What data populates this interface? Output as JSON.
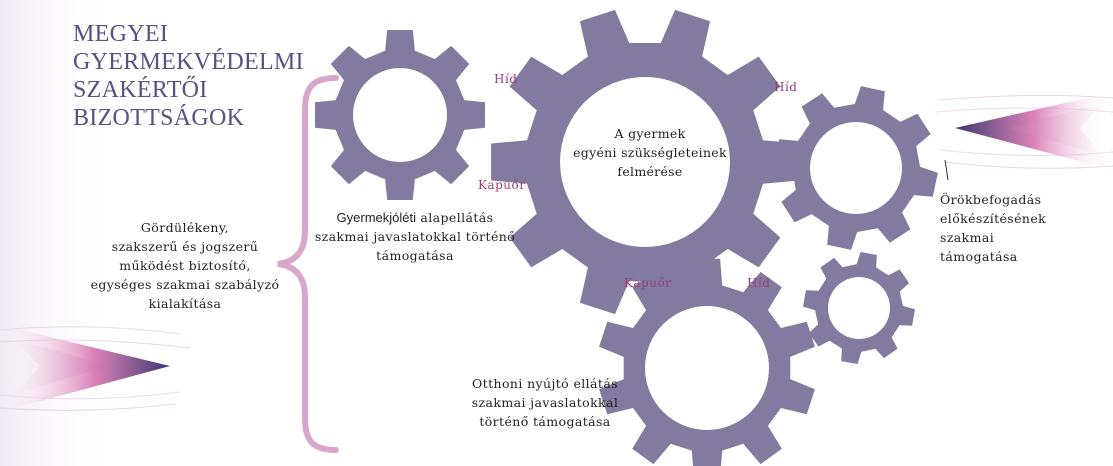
{
  "title": "MEGYEI GYERMEKVÉDELMI\nSZAKÉRTŐI\nBIZOTTSÁGOK",
  "left_text": [
    "Gördülékeny,",
    "szakszerű és jogszerű",
    "működést biztosító,",
    "egységes szakmai szabályzó",
    "kialakítása"
  ],
  "gear1_text": {
    "prefix": "Gyermekjóléti",
    "lines": [
      "alapellátás",
      "szakmai javaslatokkal történő",
      "támogatása"
    ]
  },
  "center_text": [
    "A gyermek",
    "egyéni szükségleteinek",
    "felmérése"
  ],
  "right_text": [
    "Örökbefogadás",
    "előkészítésének",
    "szakmai",
    "támogatása"
  ],
  "bottom_text": [
    "Otthoni nyújtó ellátás",
    "szakmai javaslatokkal",
    "történő támogatása"
  ],
  "connector_labels": {
    "hid_1": "Híd",
    "hid_2": "Híd",
    "hid_3": "Híd",
    "kapuor_1": "Kapuőr",
    "kapuor_2": "Kapuőr"
  },
  "colors": {
    "gear": "#837a9f",
    "title": "#5a4f86",
    "brace": "#d9a6cb",
    "accent_label": "#9a3d7a",
    "arrow_pink": "#c45aa0",
    "arrow_navy": "#3d3a70"
  }
}
